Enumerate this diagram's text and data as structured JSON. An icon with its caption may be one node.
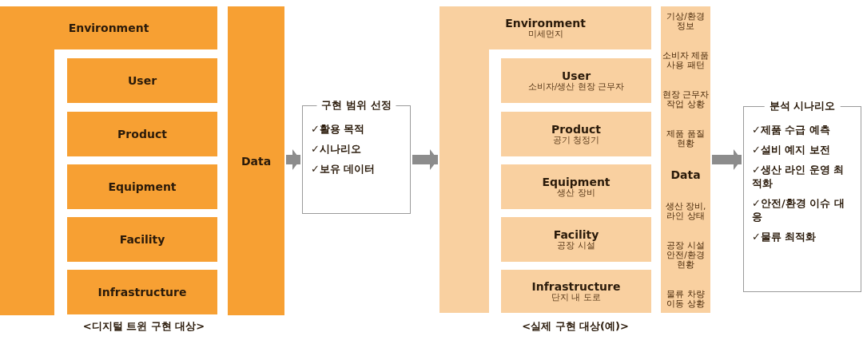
{
  "diagram": {
    "nodes": [
      {
        "text": [
          "Environment"
        ]
      },
      {
        "text": [
          "User"
        ]
      },
      {
        "text": [
          "Product"
        ]
      },
      {
        "text": [
          "Equipment"
        ]
      },
      {
        "text": [
          "Facility"
        ]
      },
      {
        "text": [
          "Infrastructure"
        ]
      },
      {
        "text": [
          "Data"
        ]
      },
      {
        "text": [
          "구현 범위 선정",
          "✓활용 목적",
          "✓시나리오",
          "✓보유 데이터"
        ]
      },
      {
        "text": [
          "Environment",
          "미세먼지"
        ]
      },
      {
        "text": [
          "User",
          "소비자/생산 현장 근무자"
        ]
      },
      {
        "text": [
          "Product",
          "공기 청정기"
        ]
      },
      {
        "text": [
          "Equipment",
          "생산 장비"
        ]
      },
      {
        "text": [
          "Facility",
          "공장 시설"
        ]
      },
      {
        "text": [
          "Infrastructure",
          "단지 내 도로"
        ]
      },
      {
        "text": [
          "기상/환경 정보",
          "소비자 제품 사용 패턴",
          "현장 근무자 작업 상황",
          "제품 품질 현황",
          "Data",
          "생산 장비, 라인 상태",
          "공장 시설 안전/환경 현황",
          "물류 차량 이동 상황"
        ]
      },
      {
        "text": [
          "분석 시나리오",
          "✓제품 수급 예측",
          "✓설비 예지 보전",
          "✓생산 라인 운영 최적화",
          "✓안전/환경 이슈 대응",
          "✓물류 최적화"
        ]
      }
    ],
    "edges": [
      {
        "from": 6,
        "to": 7,
        "arrow": "to"
      },
      {
        "from": 7,
        "to": 8,
        "arrow": "to"
      },
      {
        "from": 14,
        "to": 15,
        "arrow": "to"
      }
    ],
    "labels": [
      "<디지털 트윈 구현 대상>",
      "<실제 구현 대상(예)>"
    ]
  }
}
